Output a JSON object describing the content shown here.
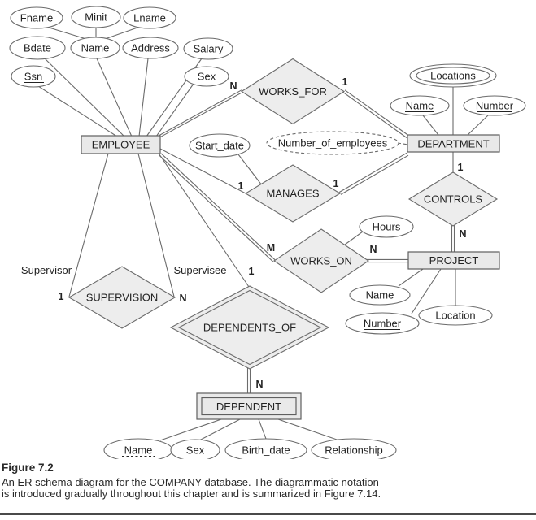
{
  "figure": {
    "entities": {
      "employee": "EMPLOYEE",
      "department": "DEPARTMENT",
      "project": "PROJECT",
      "dependent": "DEPENDENT"
    },
    "relationships": {
      "works_for": "WORKS_FOR",
      "manages": "MANAGES",
      "controls": "CONTROLS",
      "works_on": "WORKS_ON",
      "supervision": "SUPERVISION",
      "dependents_of": "DEPENDENTS_OF"
    },
    "attributes": {
      "employee": {
        "fname": "Fname",
        "minit": "Minit",
        "lname": "Lname",
        "name": "Name",
        "bdate": "Bdate",
        "address": "Address",
        "salary": "Salary",
        "ssn": "Ssn",
        "sex": "Sex"
      },
      "department": {
        "locations": "Locations",
        "name": "Name",
        "number": "Number",
        "number_of_employees": "Number_of_employees"
      },
      "manages": {
        "start_date": "Start_date"
      },
      "works_on": {
        "hours": "Hours"
      },
      "project": {
        "name": "Name",
        "number": "Number",
        "location": "Location"
      },
      "dependent": {
        "name": "Name",
        "sex": "Sex",
        "birth_date": "Birth_date",
        "relationship": "Relationship"
      }
    },
    "cardinalities": {
      "works_for_n": "N",
      "works_for_1": "1",
      "manages_left_1": "1",
      "manages_right_1": "1",
      "controls_1": "1",
      "controls_n": "N",
      "works_on_m": "M",
      "works_on_n": "N",
      "supervision_1": "1",
      "supervision_n": "N",
      "dependents_of_1": "1",
      "dependents_of_n": "N"
    },
    "roles": {
      "supervisor": "Supervisor",
      "supervisee": "Supervisee"
    }
  },
  "caption": {
    "label": "Figure 7.2",
    "line1": "An ER schema diagram for the COMPANY database. The diagrammatic notation",
    "line2": "is introduced gradually throughout this chapter and is summarized in Figure 7.14."
  },
  "colors": {
    "entity_fill": "#e9e9e9",
    "diamond_fill": "#ededed",
    "line_stroke": "#6b6b6b",
    "text": "#232323"
  }
}
